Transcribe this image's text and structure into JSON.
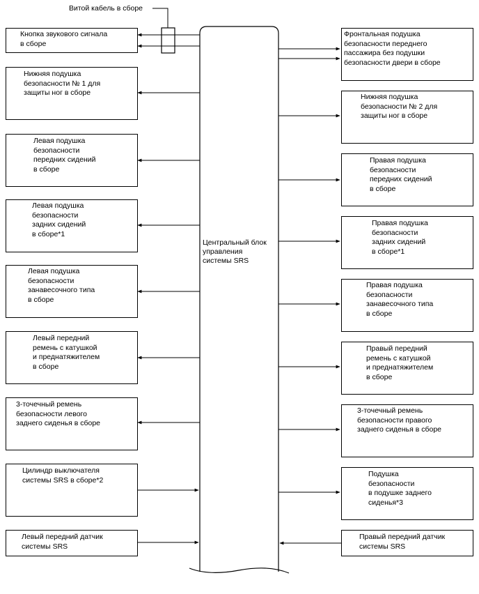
{
  "coiled_cable_label": "Витой кабель в сборе",
  "center_unit_label": "Центральный блок\nуправления\nсистемы SRS",
  "left_boxes": [
    {
      "id": "horn-button",
      "text": "Кнопка звукового сигнала\nв сборе"
    },
    {
      "id": "knee-airbag-1",
      "text": "Нижняя подушка\nбезопасности № 1 для\nзащиты ног в сборе"
    },
    {
      "id": "left-front-seat-airbag",
      "text": "Левая подушка\nбезопасности\nпередних сидений\nв сборе"
    },
    {
      "id": "left-rear-seat-airbag",
      "text": "Левая подушка\nбезопасности\nзадних сидений\nв сборе*1"
    },
    {
      "id": "left-curtain-airbag",
      "text": "Левая подушка\nбезопасности\nзанавесочного типа\nв сборе"
    },
    {
      "id": "left-front-belt",
      "text": "Левый передний\nремень с катушкой\nи преднатяжителем\nв сборе"
    },
    {
      "id": "left-rear-belt",
      "text": "3-точечный ремень\nбезопасности левого\nзаднего сиденья в сборе"
    },
    {
      "id": "srs-switch-cylinder",
      "text": "Цилиндр выключателя\nсистемы SRS в сборе*2"
    },
    {
      "id": "left-front-sensor",
      "text": "Левый передний датчик\nсистемы SRS"
    }
  ],
  "right_boxes": [
    {
      "id": "passenger-airbag",
      "text": "Фронтальная подушка\nбезопасности переднего\nпассажира без подушки\nбезопасности двери в сборе"
    },
    {
      "id": "knee-airbag-2",
      "text": "Нижняя подушка\nбезопасности № 2 для\nзащиты ног в сборе"
    },
    {
      "id": "right-front-seat-airbag",
      "text": "Правая подушка\nбезопасности\nпередних сидений\nв сборе"
    },
    {
      "id": "right-rear-seat-airbag",
      "text": "Правая подушка\nбезопасности\nзадних сидений\nв сборе*1"
    },
    {
      "id": "right-curtain-airbag",
      "text": "Правая подушка\nбезопасности\nзанавесочного типа\nв сборе"
    },
    {
      "id": "right-front-belt",
      "text": "Правый передний\nремень с катушкой\nи преднатяжителем\nв сборе"
    },
    {
      "id": "right-rear-belt",
      "text": "3-точечный ремень\nбезопасности правого\nзаднего сиденья в сборе"
    },
    {
      "id": "rear-seat-cushion-airbag",
      "text": "Подушка\nбезопасности\nв подушке заднего\nсиденья*3"
    },
    {
      "id": "right-front-sensor",
      "text": "Правый передний датчик\nсистемы SRS"
    }
  ]
}
